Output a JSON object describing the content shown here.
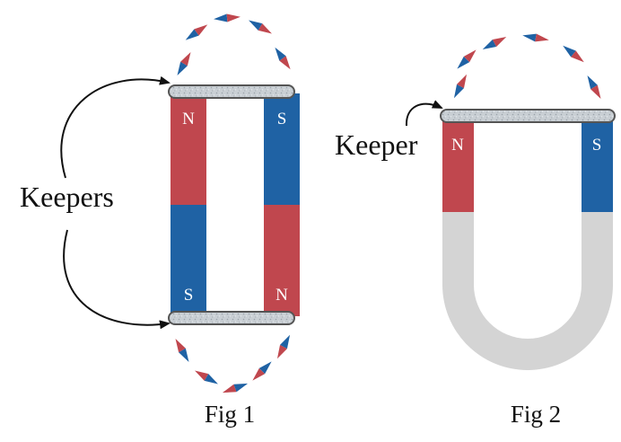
{
  "colors": {
    "north": "#c0474e",
    "south": "#1f62a4",
    "keeper": "#c9cfd4",
    "keeper_outline": "#555555",
    "magnet_body": "#d4d4d4",
    "arrow": "#111111"
  },
  "fig1": {
    "caption": "Fig 1",
    "callout": "Keepers",
    "left_bar_top_pole": "N",
    "left_bar_bottom_pole": "S",
    "right_bar_top_pole": "S",
    "right_bar_bottom_pole": "N"
  },
  "fig2": {
    "caption": "Fig 2",
    "callout": "Keeper",
    "left_pole": "N",
    "right_pole": "S"
  },
  "icons": {
    "compass_needle": "compass-needle-icon",
    "curved_arrow": "curved-arrow-icon"
  }
}
